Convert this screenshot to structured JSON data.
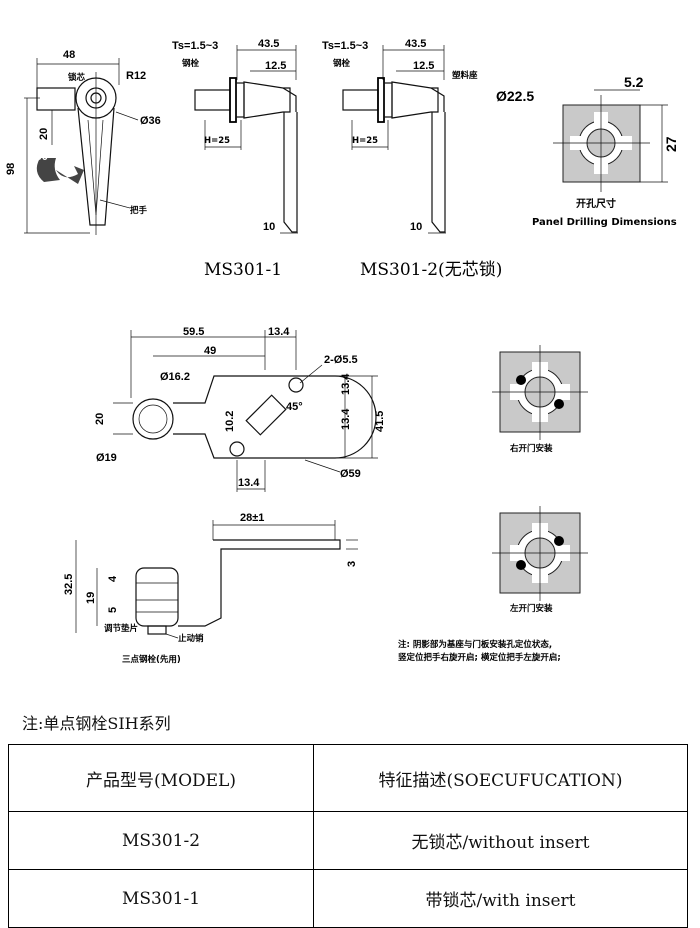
{
  "top": {
    "dims_left": {
      "width": "48",
      "radius": "R12",
      "core_label": "锁芯",
      "dia": "Ø36",
      "offset": "20",
      "height": "98",
      "angle": "90°",
      "handle_label": "把手"
    },
    "dims_side1": {
      "ts": "Ts=1.5~3",
      "len1": "43.5",
      "len2": "12.5",
      "bolt": "钢栓",
      "h": "H=25",
      "tip": "10"
    },
    "dims_side2": {
      "ts": "Ts=1.5~3",
      "len1": "43.5",
      "len2": "12.5",
      "bolt": "钢栓",
      "plastic": "塑料座",
      "h": "H=25",
      "tip": "10"
    },
    "drill": {
      "dia": "Ø22.5",
      "slot": "5.2",
      "size": "27",
      "title_cn": "开孔尺寸",
      "title_en": "Panel Drilling Dimensions"
    },
    "model1": "MS301-1",
    "model2": "MS301-2(无芯锁)"
  },
  "cam": {
    "d1": "59.5",
    "d2": "13.4",
    "d3": "49",
    "d4": "2-Ø5.5",
    "d5": "Ø16.2",
    "d6": "45°",
    "d7": "20",
    "d8": "10.2",
    "d9": "13.4",
    "d10": "13.4",
    "d11": "41.5",
    "d12": "Ø19",
    "d13": "13.4",
    "d14": "Ø59"
  },
  "bracket": {
    "d1": "28±1",
    "d2": "3",
    "d3": "32.5",
    "d4": "19",
    "d5": "4",
    "d6": "5",
    "shim": "调节垫片",
    "stop": "止动销",
    "caption": "三点钢栓(先用)"
  },
  "mount": {
    "right": "右开门安装",
    "left": "左开门安装",
    "note1": "注: 阴影部为基座与门板安装孔定位状态,",
    "note2": "竖定位把手右旋开启; 横定位把手左旋开启;"
  },
  "note_title": "注:单点钢栓SIH系列",
  "table": {
    "header": [
      "产品型号(MODEL)",
      "特征描述(SOECUFUCATION)"
    ],
    "rows": [
      [
        "MS301-2",
        "无锁芯/without insert"
      ],
      [
        "MS301-1",
        "带锁芯/with insert"
      ]
    ]
  }
}
